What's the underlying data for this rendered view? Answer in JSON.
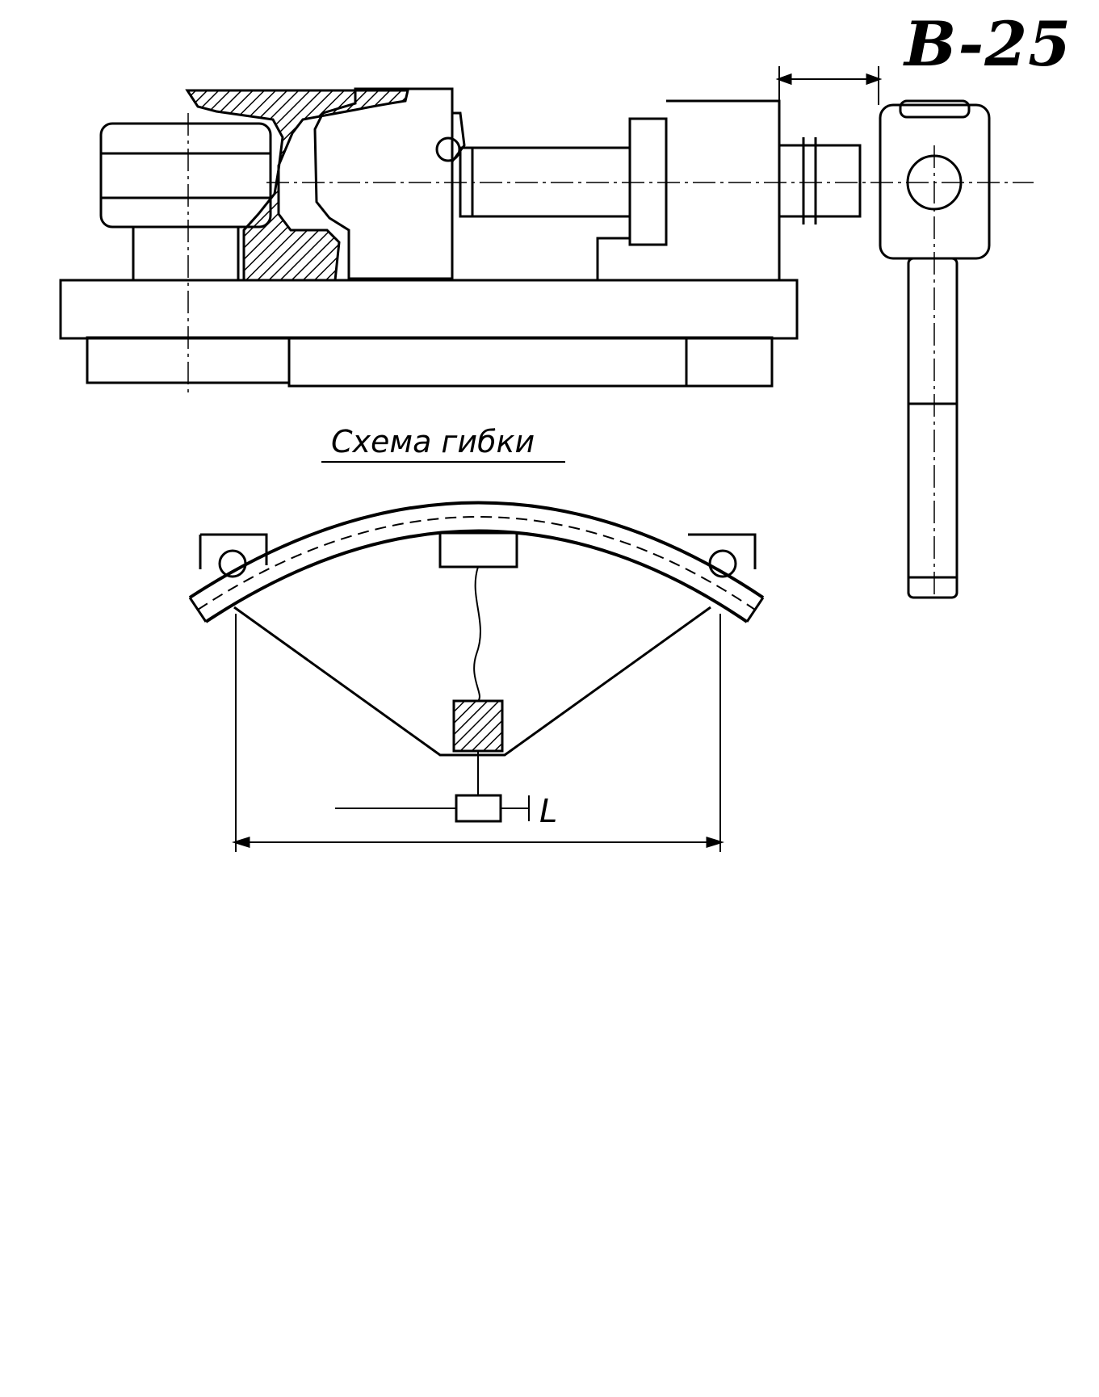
{
  "sheet": {
    "code": "B-25",
    "scheme_caption": "Схема гибки",
    "dimension_label": "L"
  },
  "colors": {
    "ink": "#000000",
    "paper": "#ffffff"
  }
}
